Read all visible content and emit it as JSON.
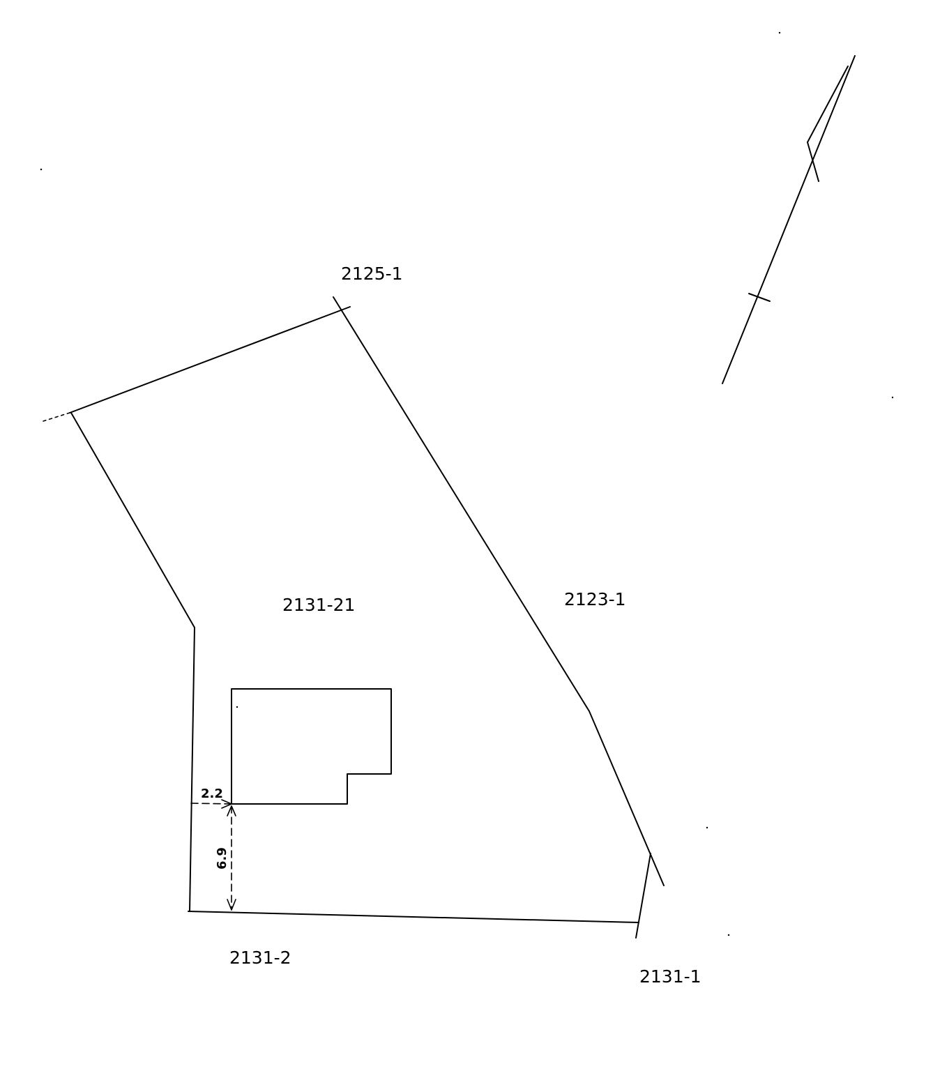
{
  "parcels": {
    "north": "2125-1",
    "center": "2131-21",
    "east": "2123-1",
    "south": "2131-2",
    "southeast": "2131-1"
  },
  "dimensions": {
    "horizontal_offset": "2.2",
    "vertical_offset": "6.9"
  }
}
